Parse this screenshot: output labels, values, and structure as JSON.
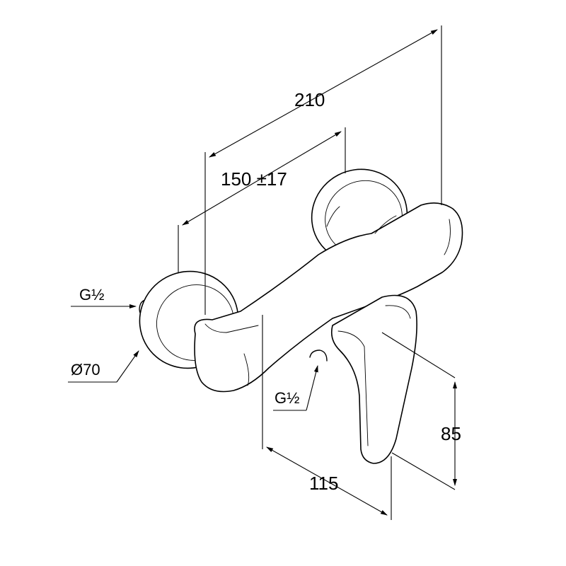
{
  "drawing": {
    "dimensions": {
      "overall_width": "210",
      "center_distance": "150 ±17",
      "outlet_depth": "115",
      "handle_height": "85"
    },
    "labels": {
      "thread_left": "G½",
      "thread_bottom": "G½",
      "rosette_diameter": "Ø70"
    }
  }
}
